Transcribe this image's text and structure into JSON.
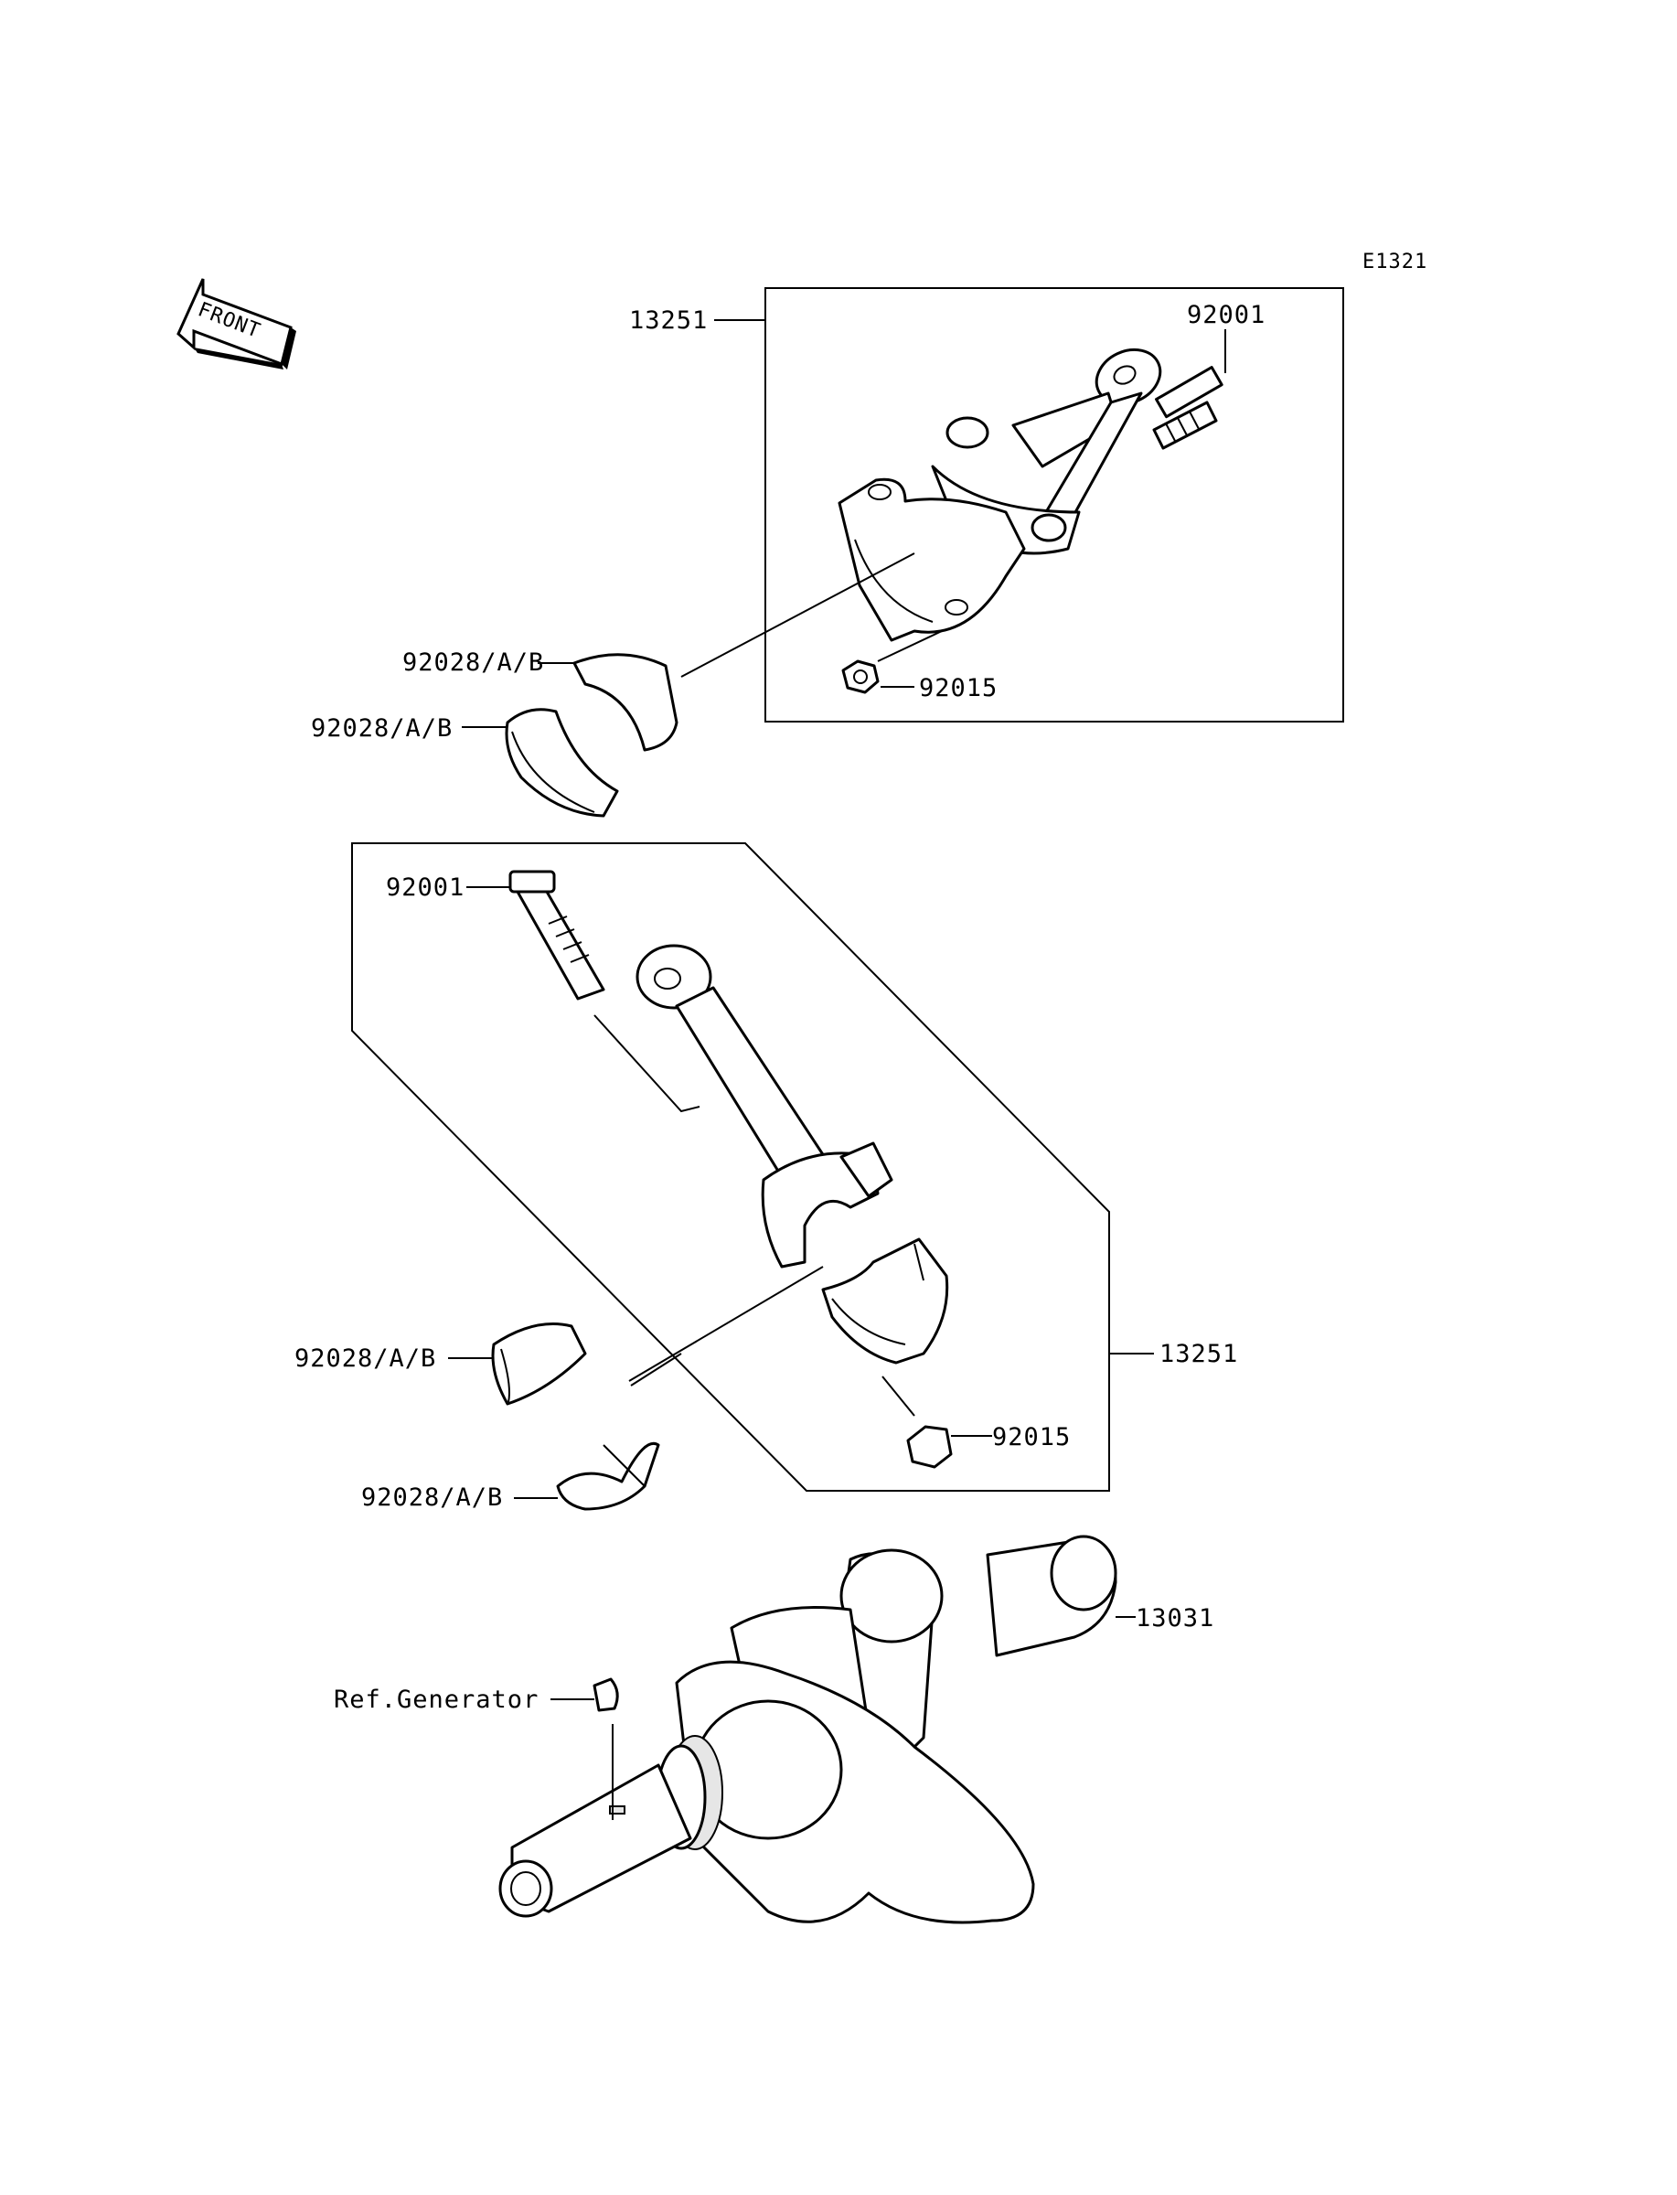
{
  "diagram": {
    "code": "E1321",
    "front_label": "FRONT",
    "labels": {
      "upper_rod_assembly": "13251",
      "upper_bolt": "92001",
      "upper_nut": "92015",
      "upper_bearing_1": "92028/A/B",
      "upper_bearing_2": "92028/A/B",
      "lower_bolt": "92001",
      "lower_rod_assembly": "13251",
      "lower_nut": "92015",
      "lower_bearing_1": "92028/A/B",
      "lower_bearing_2": "92028/A/B",
      "crankshaft": "13031",
      "woodruff_key": "Ref.Generator"
    }
  }
}
